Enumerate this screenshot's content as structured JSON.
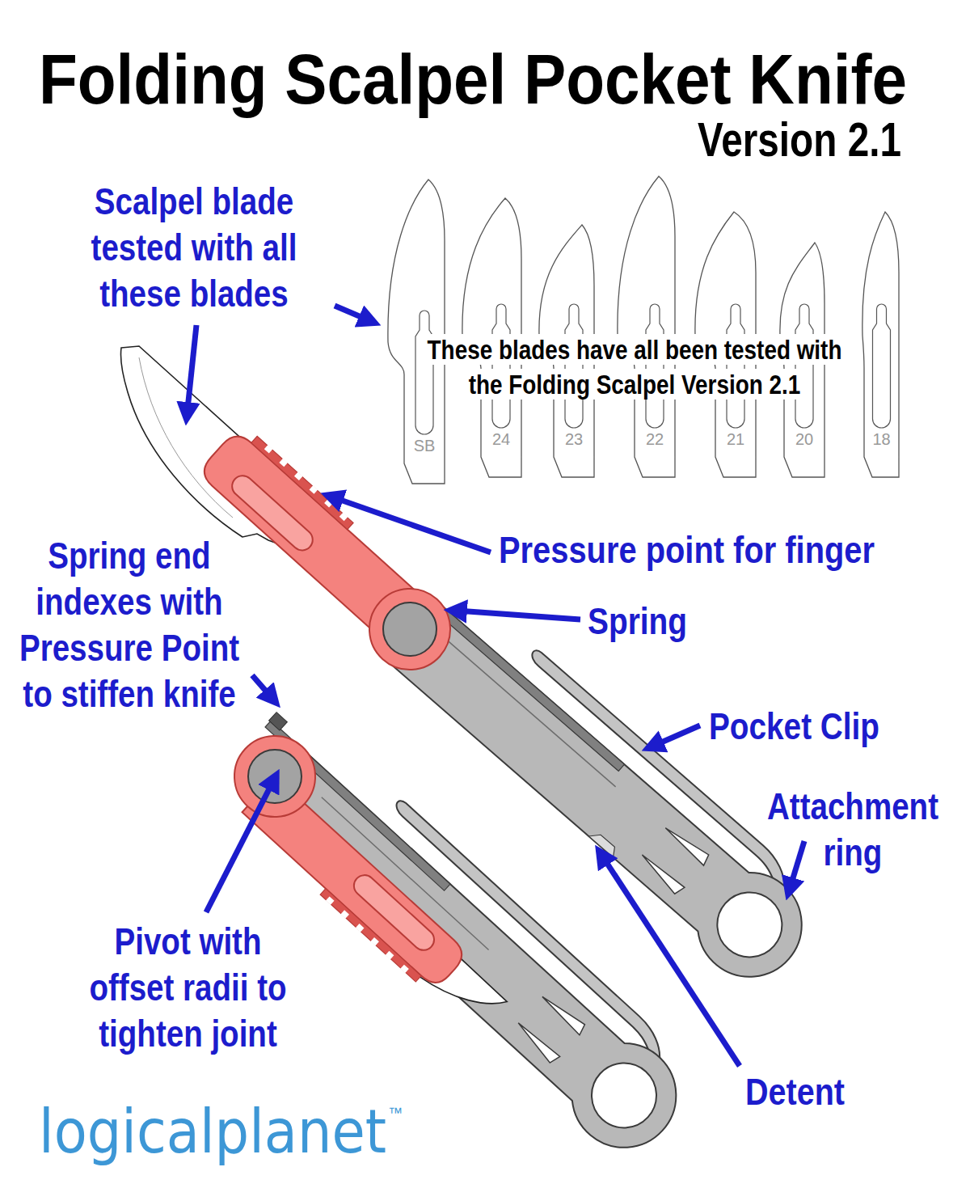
{
  "diagram": {
    "title": "Folding Scalpel Pocket Knife",
    "nodes": [
      {
        "text": [
          "SB"
        ]
      },
      {
        "text": [
          "24"
        ]
      },
      {
        "text": [
          "23"
        ]
      },
      {
        "text": [
          "22"
        ]
      },
      {
        "text": [
          "21"
        ]
      },
      {
        "text": [
          "20"
        ]
      },
      {
        "text": [
          "18"
        ]
      }
    ],
    "labels": [
      "Version 2.1",
      "Scalpel blade tested with all these blades",
      "These blades have all been tested with the Folding Scalpel Version 2.1",
      "Pressure point for finger",
      "Spring",
      "Spring end indexes with Pressure Point to stiffen knife",
      "Pocket Clip",
      "Attachment ring",
      "Pivot with offset radii to tighten joint",
      "Detent",
      "logicalplanet",
      "™"
    ]
  }
}
